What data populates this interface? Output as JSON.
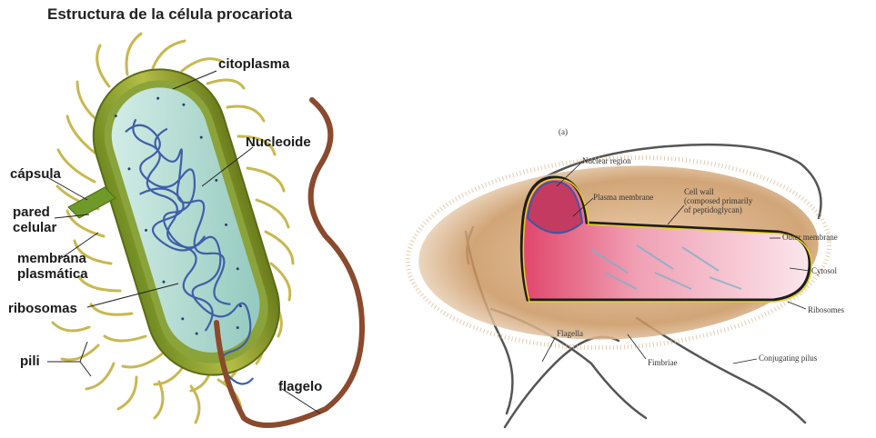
{
  "left": {
    "title": "Estructura de la célula procariota",
    "labels": {
      "citoplasma": "citoplasma",
      "nucleoide": "Nucleoide",
      "capsula": "cápsula",
      "pared_line1": "pared",
      "pared_line2": "celular",
      "membrana_line1": "membrana",
      "membrana_line2": "plasmática",
      "ribosomas": "ribosomas",
      "pili": "pili",
      "flagelo": "flagelo"
    }
  },
  "right": {
    "figure_number": "(a)",
    "labels": {
      "nuclear_region": "Nuclear region",
      "plasma_membrane": "Plasma membrane",
      "cell_wall_line1": "Cell wall",
      "cell_wall_line2": "(composed primarily",
      "cell_wall_line3": "of peptidoglycan)",
      "outer_membrane": "Outer membrane",
      "cytosol": "Cytosol",
      "ribosomes": "Ribosomes",
      "flagella": "Flagella",
      "fimbriae": "Fimbriae",
      "conjugating_pilus": "Conjugating pilus"
    }
  },
  "colors": {
    "pili_yellow": "#c8b850",
    "wall_green": "#9aa63a",
    "cytoplasm": "#a9d9cf",
    "dna_blue": "#3e5fa8",
    "flagellum_brown": "#8a4a2e",
    "capsule_tan": "#c99a6a",
    "cytosol_pink": "#e98aa0",
    "wall_yellow": "#e6d21e"
  }
}
